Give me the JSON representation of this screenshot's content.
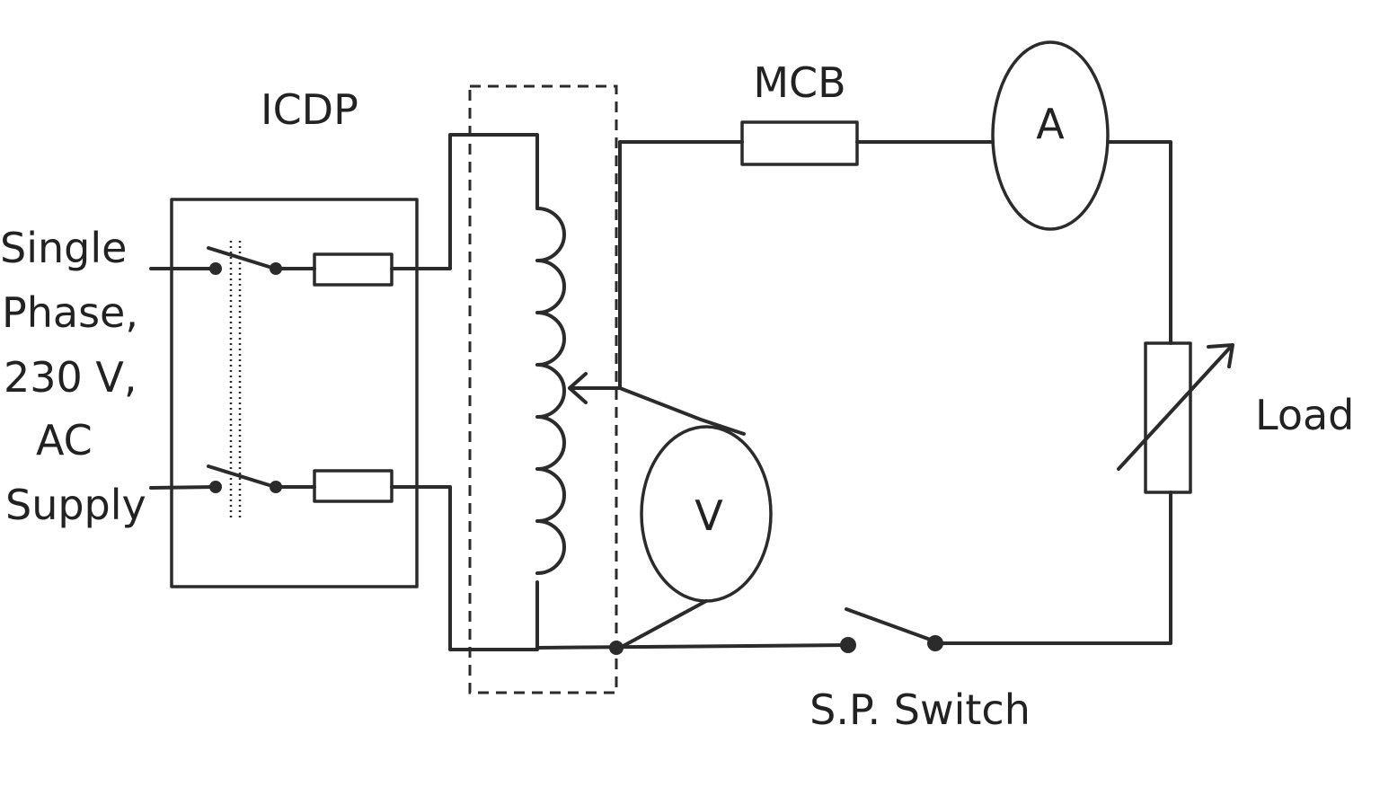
{
  "labels": {
    "icdp": "ICDP",
    "mcb": "MCB",
    "ammeter": "A",
    "voltmeter": "V",
    "load": "Load",
    "sp_switch": "S.P. Switch",
    "supply_line1": "Single",
    "supply_line2": "Phase,",
    "supply_line3": "230 V,",
    "supply_line4": "AC",
    "supply_line5": "Supply"
  },
  "colors": {
    "ink": "#2b2b2b",
    "background": "#ffffff"
  }
}
